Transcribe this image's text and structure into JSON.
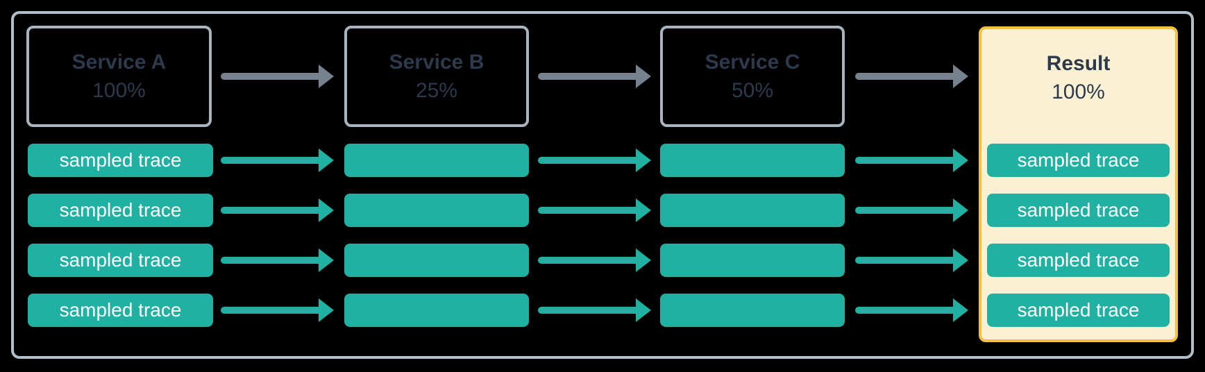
{
  "diagram": {
    "title_semantics": "trace sampling flow across services",
    "columns": [
      {
        "title": "Service A",
        "percentage": "100%",
        "traces": [
          "sampled trace",
          "sampled trace",
          "sampled trace",
          "sampled trace"
        ]
      },
      {
        "title": "Service B",
        "percentage": "25%",
        "traces": [
          "",
          "",
          "",
          ""
        ]
      },
      {
        "title": "Service C",
        "percentage": "50%",
        "traces": [
          "",
          "",
          "",
          ""
        ]
      },
      {
        "title": "Result",
        "percentage": "100%",
        "highlighted": true,
        "traces": [
          "sampled trace",
          "sampled trace",
          "sampled trace",
          "sampled trace"
        ]
      }
    ],
    "colors": {
      "background": "#000000",
      "frame_border": "#b3becb",
      "service_box_border": "#a8b4c0",
      "heading_text": "#2c3a4c",
      "trace_fill": "#20b1a3",
      "trace_text": "#ffffff",
      "service_arrow": "#76838f",
      "result_panel_bg": "#faf0d3",
      "result_panel_border": "#f3c13f"
    }
  }
}
